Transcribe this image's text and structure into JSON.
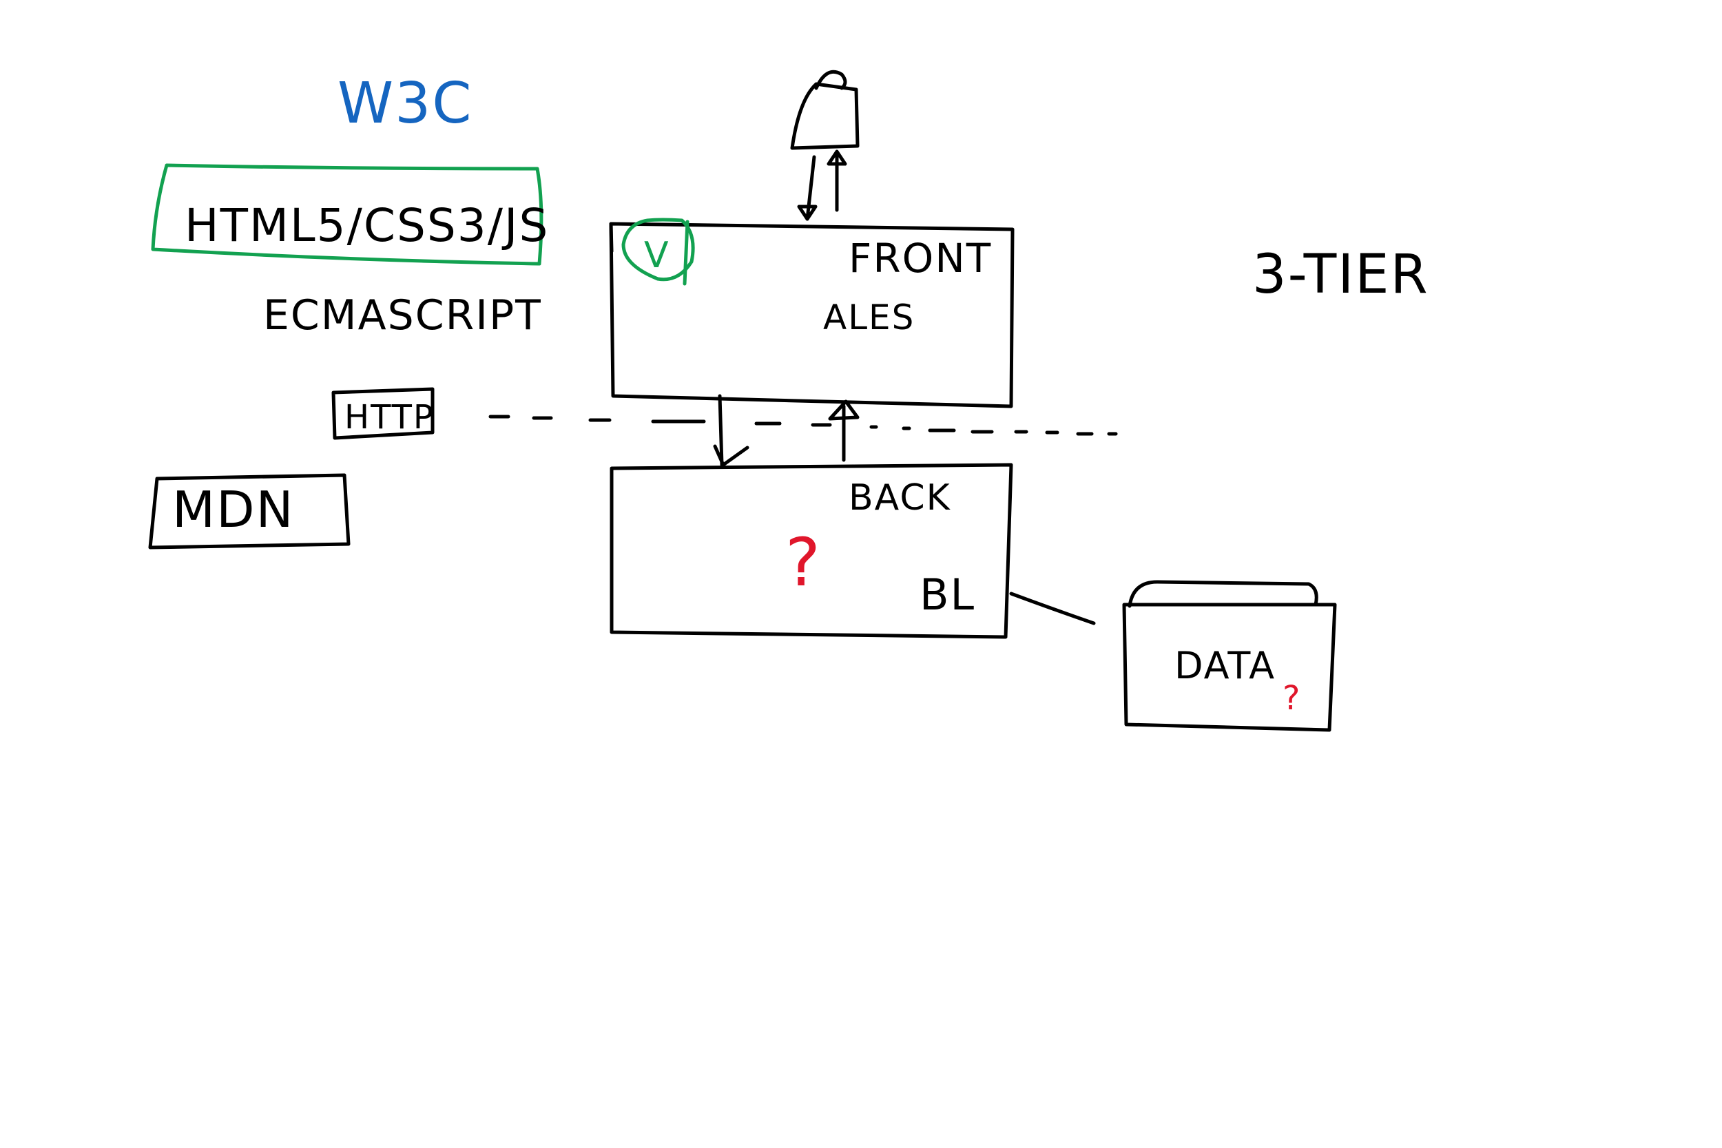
{
  "colors": {
    "ink": "#000000",
    "blue": "#1565c0",
    "green": "#12a150",
    "red": "#e0162b",
    "background": "#ffffff"
  },
  "labels": {
    "w3c": "W3C",
    "html_stack": "HTML5/CSS3/JS",
    "ecmascript": "ECMASCRIPT",
    "http": "HTTP",
    "mdn": "MDN",
    "front": "FRONT",
    "ales": "ALES",
    "back": "BACK",
    "bl": "BL",
    "data": "DATA",
    "three_tier": "3-TIER",
    "check": "V",
    "question": "?"
  },
  "icons": {
    "user": "user-icon",
    "check": "check-icon",
    "question": "question-mark-icon"
  }
}
